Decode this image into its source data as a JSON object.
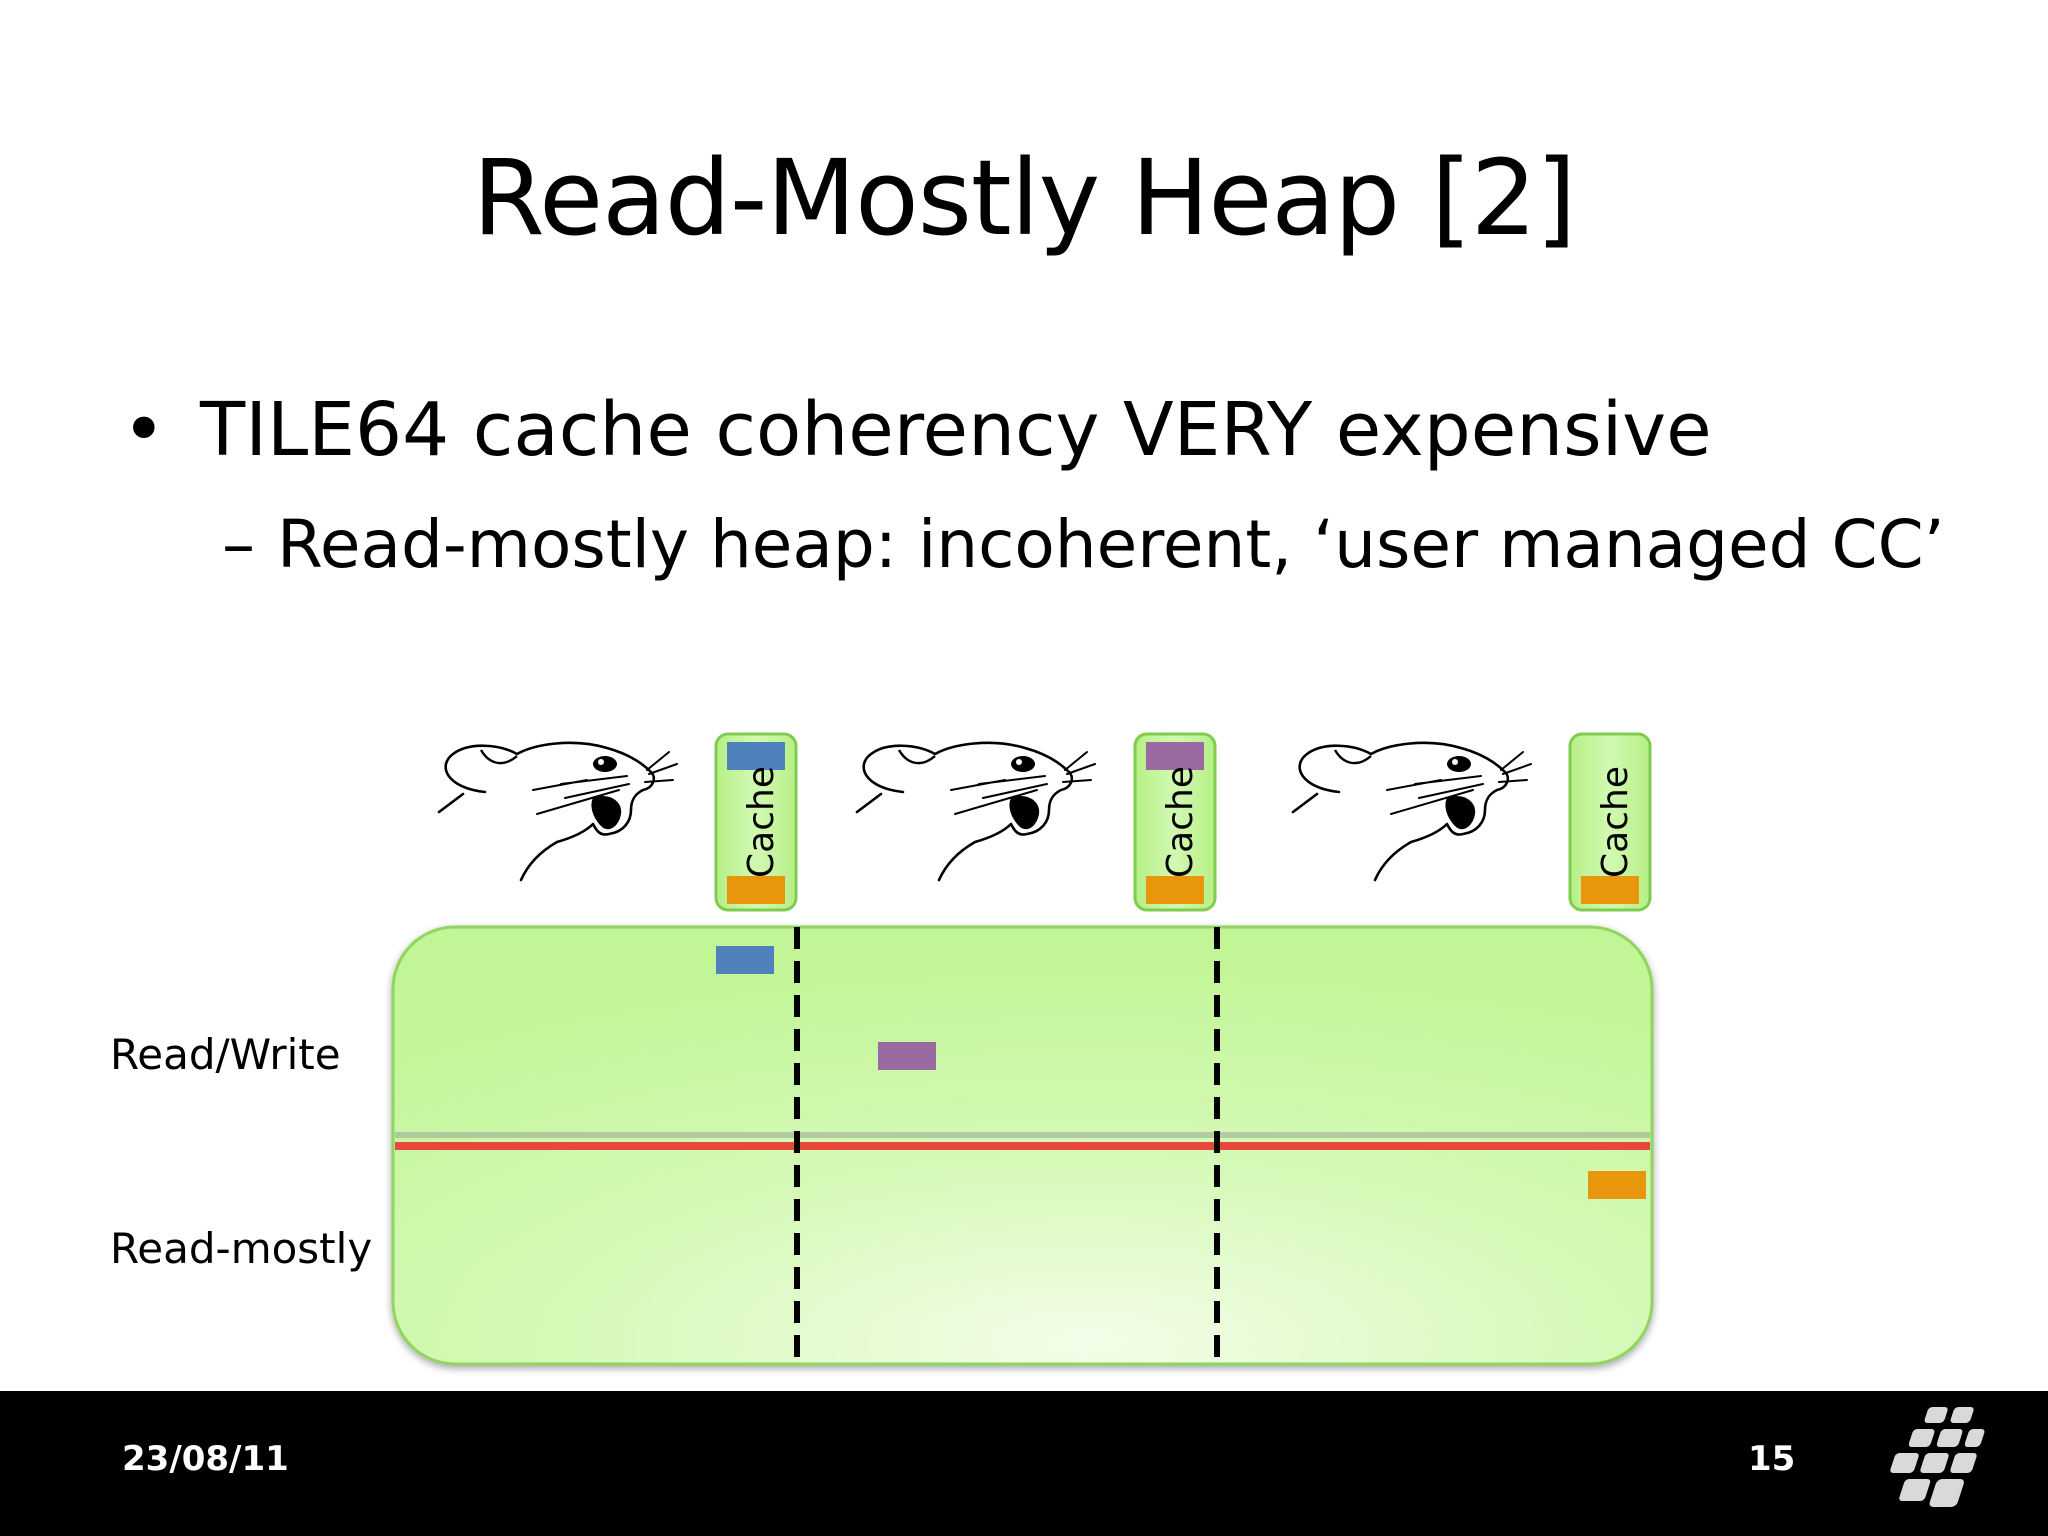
{
  "slide": {
    "title": "Read-Mostly Heap [2]",
    "bullet": "TILE64 cache coherency VERY expensive",
    "sub_bullet": "Read-mostly heap: incoherent, ‘user managed CC’"
  },
  "diagram": {
    "regions": {
      "read_write_label": "Read/Write",
      "read_mostly_label": "Read-mostly"
    },
    "caches": [
      {
        "label": "Cache",
        "top_color": "#4f81bd",
        "bottom_color": "#e8960c"
      },
      {
        "label": "Cache",
        "top_color": "#9b6aa2",
        "bottom_color": "#e8960c"
      },
      {
        "label": "Cache",
        "top_color": null,
        "bottom_color": "#e8960c"
      }
    ],
    "colors": {
      "heap_fill": "#c4f59c",
      "heap_border": "#8fd560",
      "divider": "#e8473c",
      "block_blue": "#4f81bd",
      "block_purple": "#9b6aa2",
      "block_orange": "#e8960c"
    }
  },
  "footer": {
    "date": "23/08/11",
    "page_number": "15",
    "logo_icon": "tiled-grid-logo-icon"
  }
}
